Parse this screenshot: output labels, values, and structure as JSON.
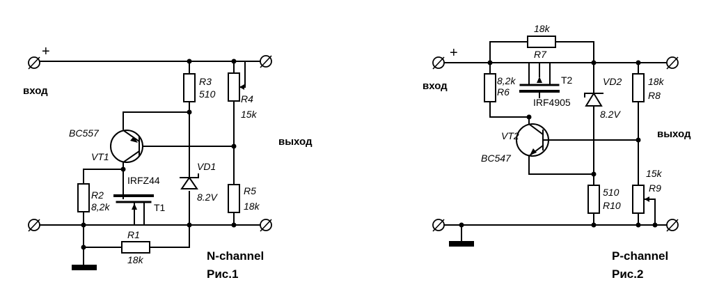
{
  "fig1": {
    "input_label": "вход",
    "output_label": "выход",
    "plus_sign": "+",
    "R3": {
      "name": "R3",
      "value": "510"
    },
    "R4": {
      "name": "R4",
      "value": "15k"
    },
    "R5": {
      "name": "R5",
      "value": "18k"
    },
    "R2": {
      "name": "R2",
      "value": "8,2k"
    },
    "R1": {
      "name": "R1",
      "value": "18k"
    },
    "VT1": {
      "name": "VT1",
      "part": "BC557"
    },
    "T1": {
      "name": "T1",
      "part": "IRFZ44"
    },
    "VD1": {
      "name": "VD1",
      "value": "8.2V"
    },
    "caption_type": "N-channel",
    "caption_fig": "Рис.1"
  },
  "fig2": {
    "input_label": "вход",
    "output_label": "выход",
    "plus_sign": "+",
    "R7": {
      "name": "R7",
      "value": "18k"
    },
    "R6": {
      "name": "R6",
      "value": "8,2k"
    },
    "R8": {
      "name": "R8",
      "value": "18k"
    },
    "R9": {
      "name": "R9",
      "value": "15k"
    },
    "R10": {
      "name": "R10",
      "value": "510"
    },
    "VT2": {
      "name": "VT2",
      "part": "BC547"
    },
    "T2": {
      "name": "T2",
      "part": "IRF4905"
    },
    "VD2": {
      "name": "VD2",
      "value": "8.2V"
    },
    "caption_type": "P-channel",
    "caption_fig": "Рис.2"
  }
}
